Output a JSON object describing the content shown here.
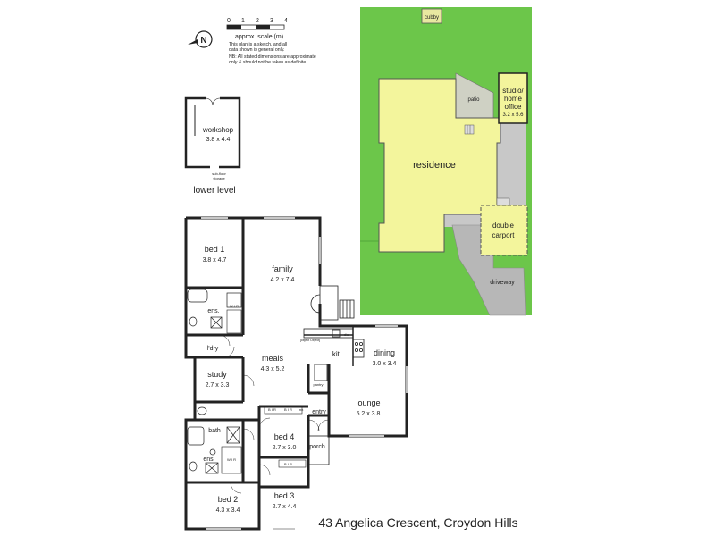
{
  "address": "43 Angelica Crescent, Croydon Hills",
  "legend": {
    "scale_ticks": [
      "0",
      "1",
      "2",
      "3",
      "4"
    ],
    "scale_caption": "approx. scale (m)",
    "note_lines": [
      "This plan is a sketch, and all",
      "data shown is general only.",
      "NB: All stated dimensions are approximate",
      "only & should not be taken as definite."
    ],
    "north_letter": "N"
  },
  "level_label": "lower level",
  "rooms": {
    "workshop": {
      "name": "workshop",
      "dims": "3.8 x 4.4"
    },
    "subfloor": {
      "line1": "sub-floor",
      "line2": "storage"
    },
    "bed1": {
      "name": "bed 1",
      "dims": "3.8 x 4.7"
    },
    "family": {
      "name": "family",
      "dims": "4.2 x 7.4"
    },
    "meals": {
      "name": "meals",
      "dims": "4.3 x 5.2"
    },
    "kit": {
      "name": "kit."
    },
    "dining": {
      "name": "dining",
      "dims": "3.0 x 3.4"
    },
    "lounge": {
      "name": "lounge",
      "dims": "5.2 x 3.8"
    },
    "study": {
      "name": "study",
      "dims": "2.7 x 3.3"
    },
    "bed4": {
      "name": "bed 4",
      "dims": "2.7 x 3.0"
    },
    "bed2": {
      "name": "bed 2",
      "dims": "4.3 x 3.4"
    },
    "bed3": {
      "name": "bed 3",
      "dims": "2.7 x 4.4"
    },
    "ens_top": {
      "name": "ens."
    },
    "ens_bottom": {
      "name": "ens."
    },
    "bath": {
      "name": "bath"
    },
    "ldry": {
      "name": "l'dry"
    },
    "entry": {
      "name": "entry"
    },
    "porch": {
      "name": "porch"
    },
    "pantry": {
      "name": "pantry"
    },
    "fridge": {
      "name": "fridge space"
    },
    "wir": "W I R",
    "bir": "B I R",
    "linen": "lnn",
    "dw": "d/w"
  },
  "site": {
    "cubby": "cubby",
    "patio": "patio",
    "studio": {
      "line1": "studio/",
      "line2": "home",
      "line3": "office",
      "dims": "3.2 x 5.6"
    },
    "residence": "residence",
    "carport": {
      "line1": "double",
      "line2": "carport"
    },
    "driveway": "driveway"
  },
  "colors": {
    "grass": "#6cc64a",
    "building": "#f3f59c",
    "paving": "#c8c8c8",
    "driveway": "#b7b7b7"
  }
}
